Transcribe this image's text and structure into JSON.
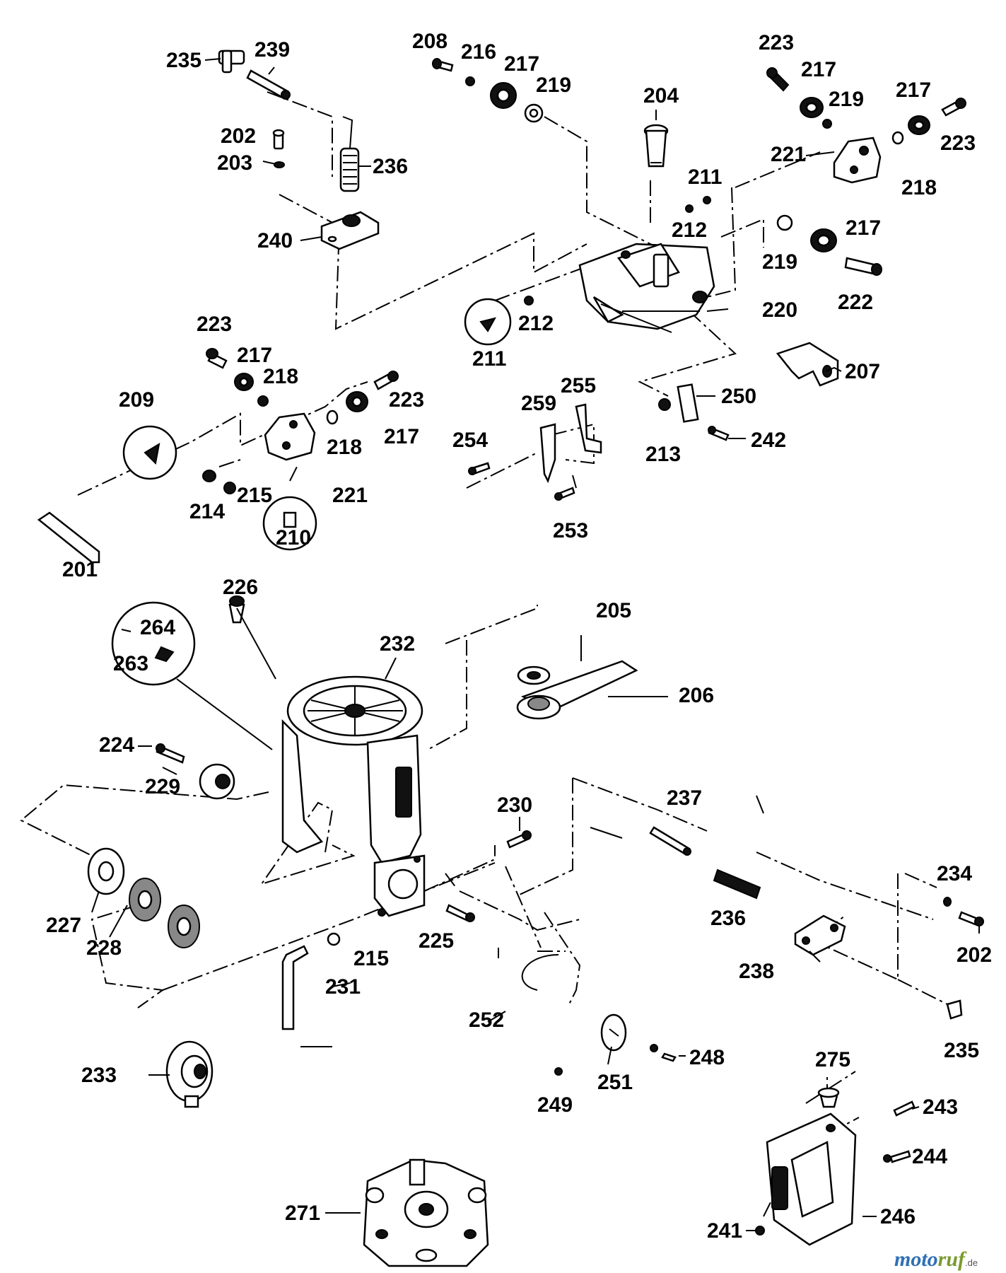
{
  "diagram": {
    "labels": {
      "p235a": "235",
      "p239": "239",
      "p202a": "202",
      "p203": "203",
      "p236a": "236",
      "p240": "240",
      "p208": "208",
      "p216": "216",
      "p217a": "217",
      "p219a": "219",
      "p204": "204",
      "p211a": "211",
      "p212a": "212",
      "p223a": "223",
      "p217b": "217",
      "p219b": "219",
      "p217c": "217",
      "p223b": "223",
      "p221a": "221",
      "p218a": "218",
      "p219c": "219",
      "p217d": "217",
      "p222": "222",
      "p220": "220",
      "p211b": "211",
      "p212b": "212",
      "p223c": "223",
      "p217e": "217",
      "p218b": "218",
      "p209": "209",
      "p223d": "223",
      "p218c": "218",
      "p217f": "217",
      "p214": "214",
      "p215a": "215",
      "p221b": "221",
      "p210": "210",
      "p201": "201",
      "p207": "207",
      "p250": "250",
      "p213": "213",
      "p242": "242",
      "p259": "259",
      "p255": "255",
      "p254": "254",
      "p253": "253",
      "p226": "226",
      "p264": "264",
      "p263": "263",
      "p232": "232",
      "p205": "205",
      "p206": "206",
      "p224": "224",
      "p229": "229",
      "p227": "227",
      "p228": "228",
      "p230": "230",
      "p237": "237",
      "p236b": "236",
      "p234": "234",
      "p202b": "202",
      "p238": "238",
      "p235b": "235",
      "p225": "225",
      "p215b": "215",
      "p231": "231",
      "p252": "252",
      "p233": "233",
      "p248": "248",
      "p251": "251",
      "p249": "249",
      "p275": "275",
      "p243": "243",
      "p244": "244",
      "p246": "246",
      "p241": "241",
      "p271": "271"
    }
  },
  "watermark": {
    "moto": "moto",
    "ruf": "ruf",
    "de": ".de"
  }
}
